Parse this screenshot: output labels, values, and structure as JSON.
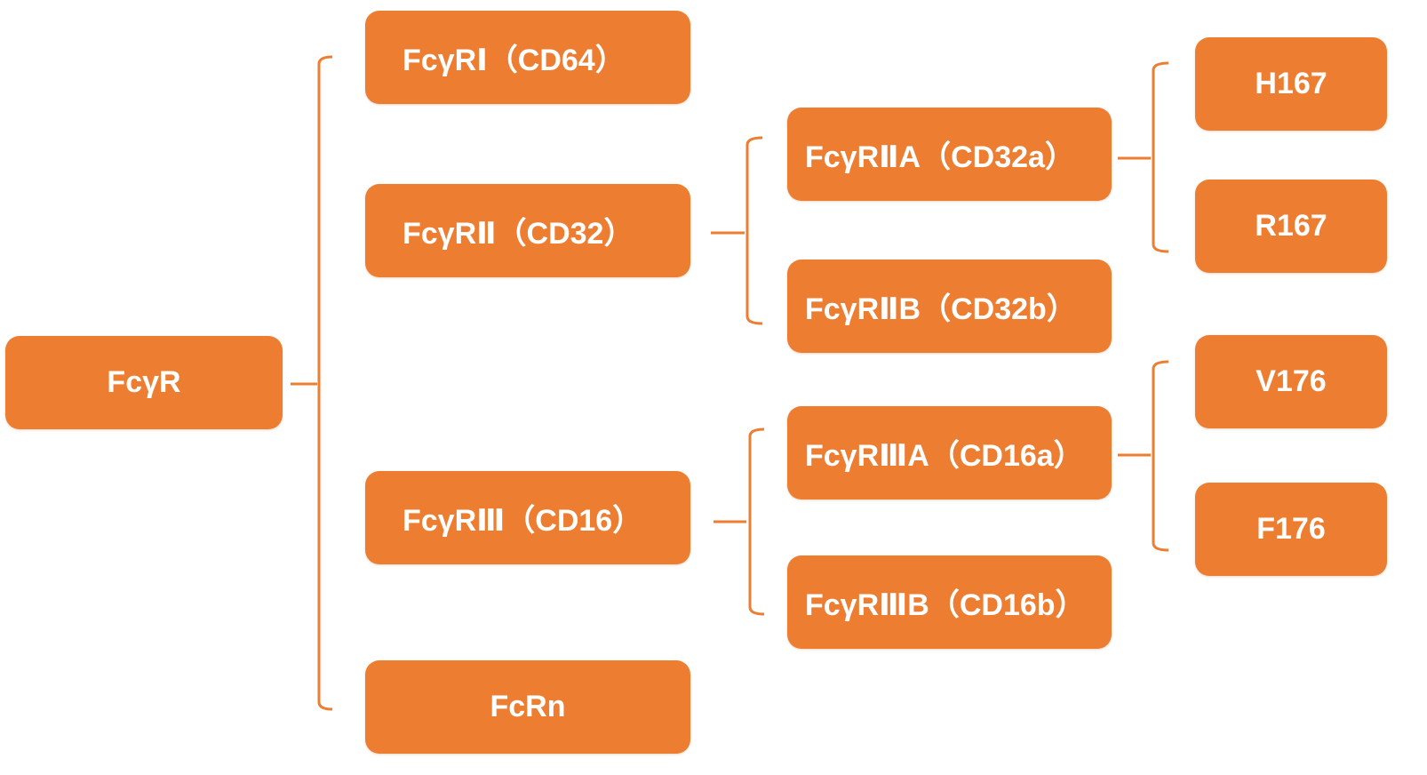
{
  "colors": {
    "node_fill": "#ed7d31",
    "node_text": "#ffffff",
    "connector": "#ed7d31"
  },
  "nodes": {
    "root": "FcγR",
    "fcgr1": "FcγRⅠ（CD64）",
    "fcgr2": "FcγRⅡ（CD32）",
    "fcgr3": "FcγRⅢ（CD16）",
    "fcrn": "FcRn",
    "fcgr2a": "FcγRⅡA（CD32a）",
    "fcgr2b": "FcγRⅡB（CD32b）",
    "fcgr3a": "FcγRⅢA（CD16a）",
    "fcgr3b": "FcγRⅢB（CD16b）",
    "h167": "H167",
    "r167": "R167",
    "v176": "V176",
    "f176": "F176"
  },
  "hierarchy": [
    {
      "parent": "root",
      "children": [
        "fcgr1",
        "fcgr2",
        "fcgr3",
        "fcrn"
      ]
    },
    {
      "parent": "fcgr2",
      "children": [
        "fcgr2a",
        "fcgr2b"
      ]
    },
    {
      "parent": "fcgr3",
      "children": [
        "fcgr3a",
        "fcgr3b"
      ]
    },
    {
      "parent": "fcgr2a",
      "children": [
        "h167",
        "r167"
      ]
    },
    {
      "parent": "fcgr3a",
      "children": [
        "v176",
        "f176"
      ]
    }
  ]
}
